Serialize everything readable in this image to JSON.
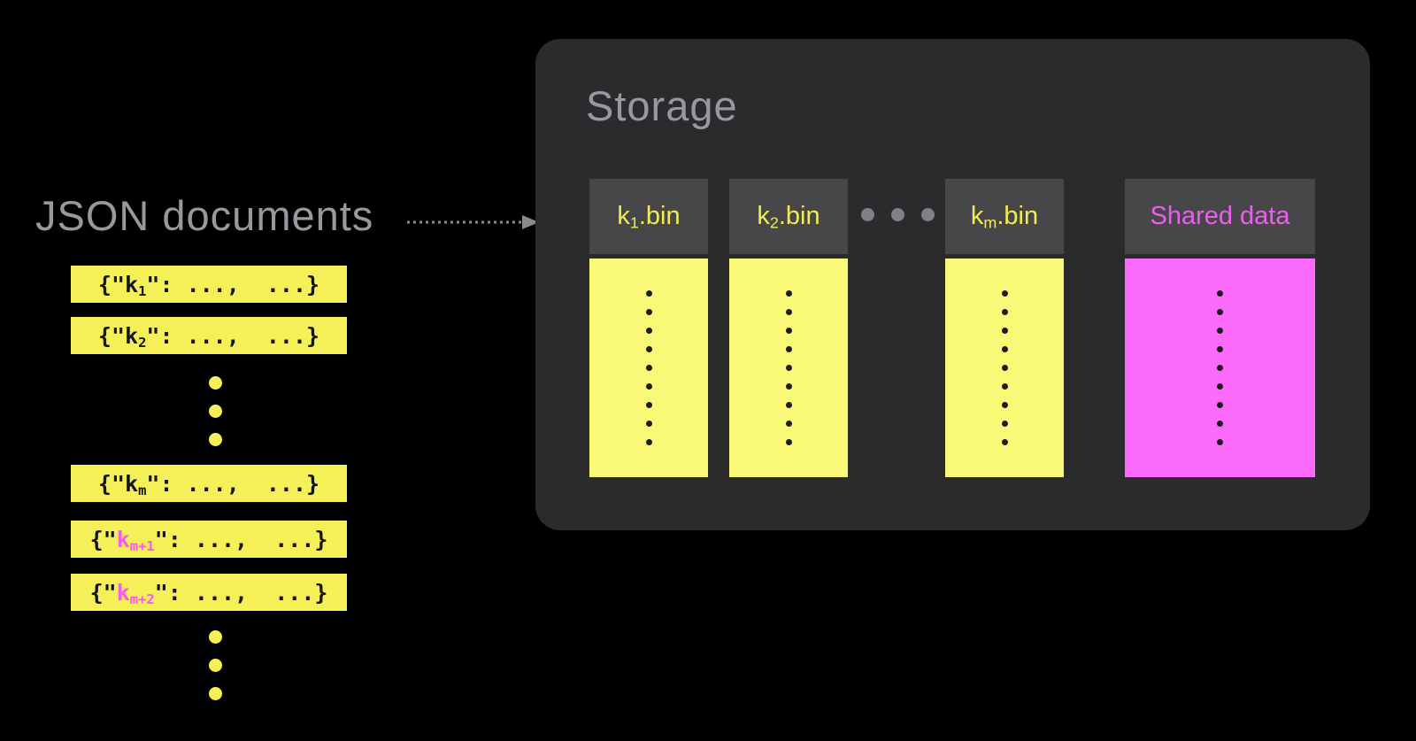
{
  "left": {
    "title": "JSON documents",
    "dots_per_group": 3,
    "documents": [
      {
        "open": "{\"",
        "key": "k",
        "sub": "1",
        "rest": "\": ...,  ...}",
        "highlighted": false
      },
      {
        "open": "{\"",
        "key": "k",
        "sub": "2",
        "rest": "\": ...,  ...}",
        "highlighted": false
      },
      {
        "open": "{\"",
        "key": "k",
        "sub": "m",
        "rest": "\": ...,  ...}",
        "highlighted": false
      },
      {
        "open": "{\"",
        "key": "k",
        "sub": "m+1",
        "rest": "\": ...,  ...}",
        "highlighted": true
      },
      {
        "open": "{\"",
        "key": "k",
        "sub": "m+2",
        "rest": "\": ...,  ...}",
        "highlighted": true
      }
    ]
  },
  "storage": {
    "title": "Storage",
    "columns": [
      {
        "key": "k",
        "sub": "1",
        "ext": ".bin",
        "variant": "yellow"
      },
      {
        "key": "k",
        "sub": "2",
        "ext": ".bin",
        "variant": "yellow"
      },
      {
        "key": "k",
        "sub": "m",
        "ext": ".bin",
        "variant": "yellow"
      },
      {
        "label": "Shared data",
        "variant": "magenta"
      }
    ],
    "ellipsis_dot_count": 3,
    "column_dot_count": 9
  },
  "colors": {
    "background": "#000000",
    "panel": "#2B2B2E",
    "header_cell": "#47474A",
    "title_gray": "#98989E",
    "yellow_bar": "#F5EF58",
    "yellow_body": "#F9F877",
    "yellow_header_text": "#F2EB55",
    "magenta_body": "#FB6AFB",
    "magenta_header_text": "#EC5EEC",
    "pink_key": "#FA58EE",
    "dot_dark": "#1D1D1D",
    "dot_gray": "#808086",
    "arrow_gray": "#8A8A8E"
  }
}
